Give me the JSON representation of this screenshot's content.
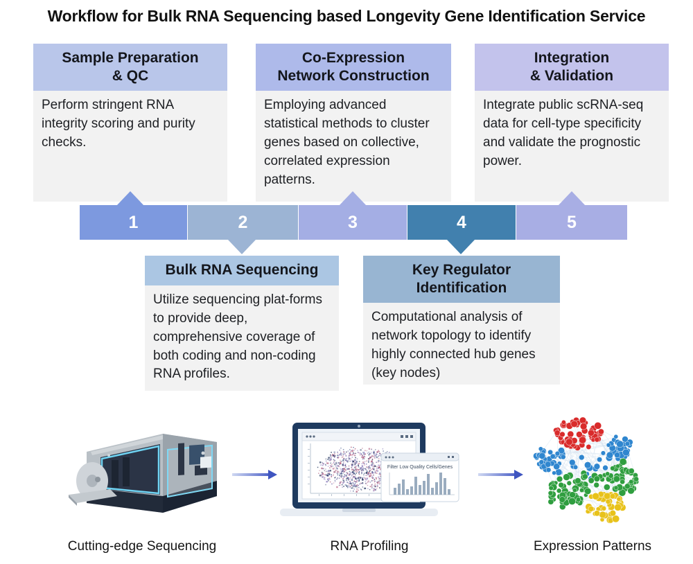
{
  "title": "Workflow for Bulk RNA Sequencing based Longevity Gene Identification Service",
  "colors": {
    "card_body_bg": "#f2f2f2",
    "seg1": "#7d99df",
    "seg2": "#9cb4d4",
    "seg3": "#a4aee4",
    "seg4": "#4180ae",
    "seg5": "#a8aee4",
    "head1": "#b9c6ea",
    "head2": "#aebaea",
    "head3": "#c3c3ec",
    "head4": "#abc6e3",
    "head5": "#98b5d2",
    "arrow": "#3f55c0"
  },
  "cards_top": [
    {
      "id": "sample-preparation-qc",
      "title": "Sample Preparation\n& QC",
      "title_lines": [
        "Sample Preparation",
        "& QC"
      ],
      "body": "Perform stringent RNA integrity scoring and purity checks.",
      "step": "1"
    },
    {
      "id": "co-expression-network-construction",
      "title": "Co-Expression\nNetwork Construction",
      "title_lines": [
        "Co-Expression",
        "Network Construction"
      ],
      "body": "Employing advanced statistical methods to cluster genes based on collective, correlated expression patterns.",
      "step": "3"
    },
    {
      "id": "integration-validation",
      "title": "Integration\n& Validation",
      "title_lines": [
        "Integration",
        "& Validation"
      ],
      "body": "Integrate public scRNA-seq data for cell-type specificity and validate the prognostic power.",
      "step": "5"
    }
  ],
  "cards_bottom": [
    {
      "id": "bulk-rna-sequencing",
      "title": "Bulk RNA Sequencing",
      "title_lines": [
        "Bulk RNA Sequencing"
      ],
      "body": "Utilize sequencing plat-forms to provide deep, comprehensive coverage of both coding and non-coding RNA profiles.",
      "step": "2"
    },
    {
      "id": "key-regulator-identification",
      "title": "Key Regulator\nIdentification",
      "title_lines": [
        "Key Regulator",
        "Identification"
      ],
      "body": "Computational analysis of network topology to identify highly connected hub genes (key nodes)",
      "step": "4"
    }
  ],
  "steps": [
    {
      "number": "1"
    },
    {
      "number": "2"
    },
    {
      "number": "3"
    },
    {
      "number": "4"
    },
    {
      "number": "5"
    }
  ],
  "illustrations": [
    {
      "id": "sequencer",
      "caption": "Cutting-edge Sequencing"
    },
    {
      "id": "laptop-rna-profiling",
      "caption": "RNA Profiling",
      "popup_title": "Filter Low Quality Cells/Genes"
    },
    {
      "id": "network-clusters",
      "caption": "Expression Patterns"
    }
  ]
}
